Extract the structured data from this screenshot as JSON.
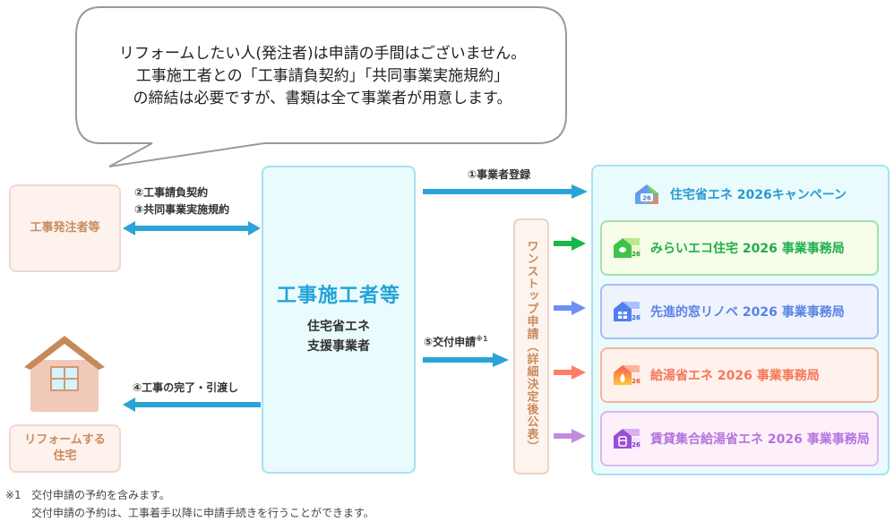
{
  "bubble": {
    "lines": [
      "リフォームしたい人(発注者)は申請の手間はございません。",
      "工事施工者との「工事請負契約」「共同事業実施規約」",
      "の締結は必要ですが、書類は全て事業者が用意します。"
    ]
  },
  "client_box": {
    "label": "工事発注者等"
  },
  "house": {
    "icon": "house-icon",
    "label_line1": "リフォームする",
    "label_line2": "住宅"
  },
  "contractor": {
    "title": "工事施工者等",
    "sub_line1": "住宅省エネ",
    "sub_line2": "支援事業者"
  },
  "arrows": {
    "contract_line1": "②工事請負契約",
    "contract_line2": "③共同事業実施規約",
    "handover": "④工事の完了・引渡し",
    "registration": "①事業者登録",
    "application": "⑤交付申請",
    "application_note_mark": "※1"
  },
  "onestop": {
    "label": "ワンストップ申請（詳細決定後公表）"
  },
  "right_panel": {
    "campaign": {
      "label": "住宅省エネ 2026キャンペーン",
      "icon": "campaign-house-icon"
    },
    "offices": [
      {
        "label": "みらいエコ住宅 2026 事業事務局",
        "icon": "mirai-eco-house-icon",
        "color": "#1fb04c",
        "bg": "#f6fde8",
        "border": "#a3e0b0",
        "arrow": "#15b84a"
      },
      {
        "label": "先進的窓リノベ 2026 事業事務局",
        "icon": "window-renovation-house-icon",
        "color": "#5a82e6",
        "bg": "#eef3fd",
        "border": "#a9bdf3",
        "arrow": "#6f8ff5"
      },
      {
        "label": "給湯省エネ 2026 事業事務局",
        "icon": "water-heater-house-icon",
        "color": "#f5775a",
        "bg": "#fff1ec",
        "border": "#f8b3a0",
        "arrow": "#ff7f66"
      },
      {
        "label": "賃貸集合給湯省エネ 2026 事業事務局",
        "icon": "rental-heater-house-icon",
        "color": "#b574dc",
        "bg": "#fdf0fb",
        "border": "#dcb7ee",
        "arrow": "#c28ae0"
      }
    ]
  },
  "footnote": {
    "mark": "※1",
    "line1": "交付申請の予約を含みます。",
    "line2": "交付申請の予約は、工事着手以降に申請手続きを行うことができます。"
  },
  "colors": {
    "arrow_blue": "#2aa4d8",
    "peach_text": "#c98b5c",
    "contractor_blue": "#24a3d8"
  }
}
